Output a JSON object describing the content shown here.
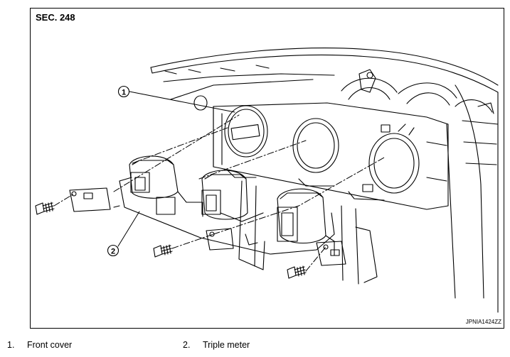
{
  "figure": {
    "section_label": "SEC. 248",
    "image_code": "JPNIA1424ZZ",
    "callouts": [
      "1",
      "2"
    ]
  },
  "legend": [
    {
      "number": "1.",
      "label": "Front cover"
    },
    {
      "number": "2.",
      "label": "Triple meter"
    }
  ]
}
